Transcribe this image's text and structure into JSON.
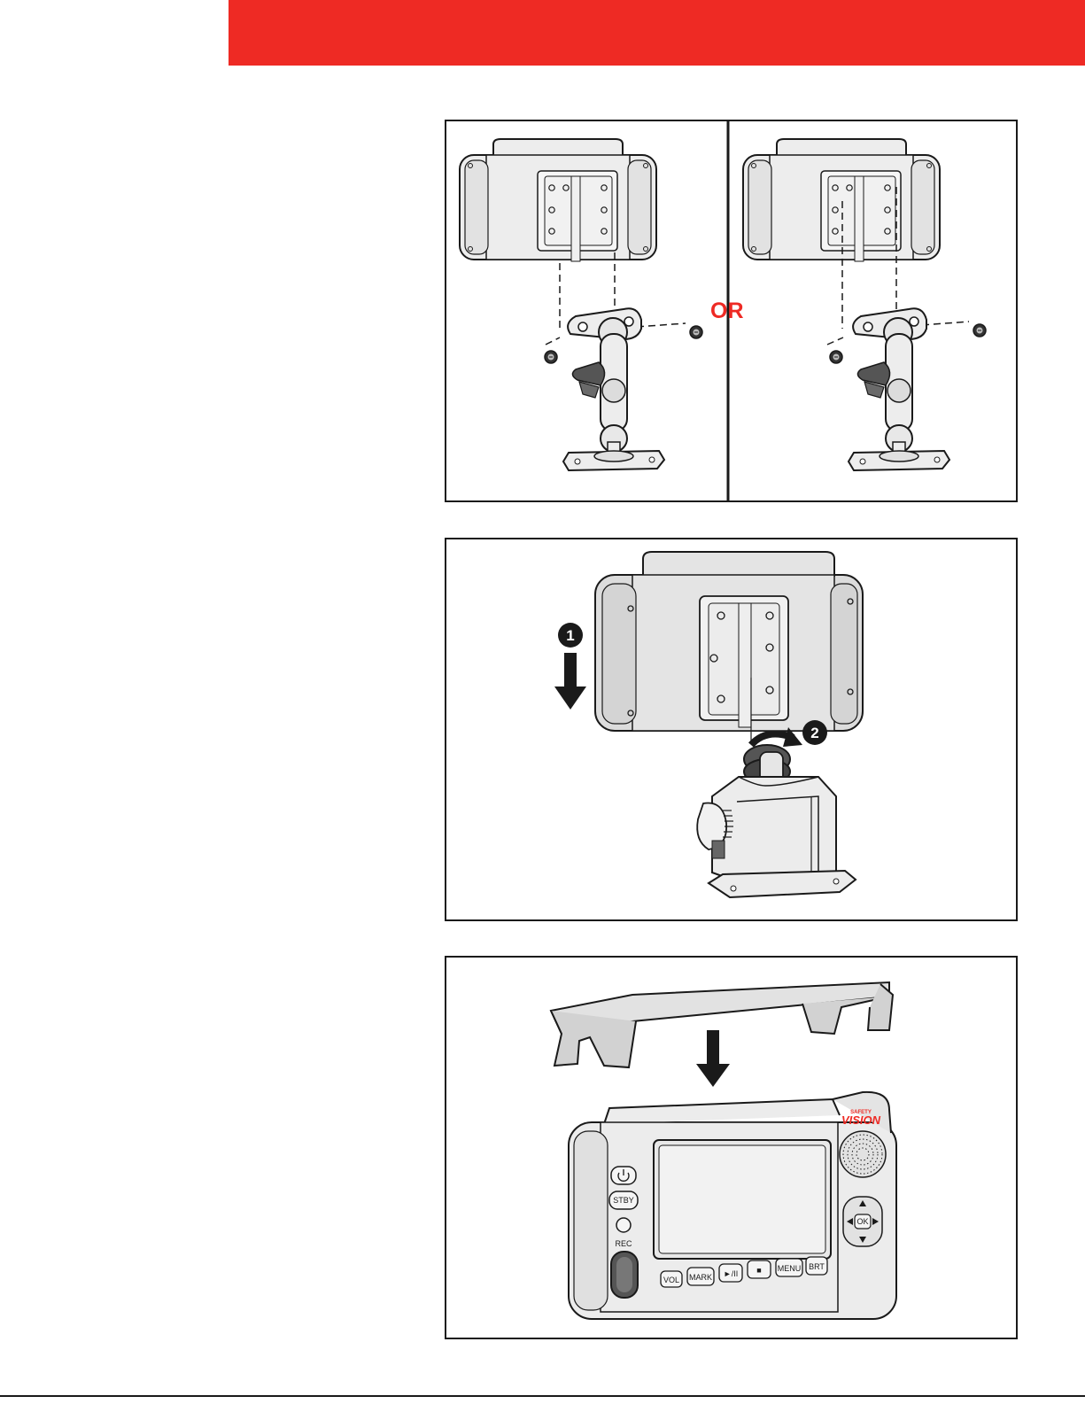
{
  "colors": {
    "accent": "#ee2a24",
    "ink": "#1a1a1a",
    "device_fill": "#ededed",
    "device_dark": "#d2d2d2",
    "knob_dark": "#555555"
  },
  "icons": [
    "arrow-down-icon",
    "rotate-clockwise-icon",
    "screw-icon",
    "speaker-grille-icon",
    "power-icon"
  ],
  "figure_1": {
    "separator_text": "OR"
  },
  "figure_2": {
    "step_1": "1",
    "step_2": "2"
  },
  "figure_3": {
    "brand_top": "SAFETY",
    "brand_name": "VISION",
    "buttons": {
      "standby": "STBY",
      "record": "REC",
      "volume": "VOL",
      "mark": "MARK",
      "play_pause": "►/II",
      "stop": "■",
      "menu": "MENU",
      "brightness": "BRT",
      "ok": "OK"
    }
  }
}
